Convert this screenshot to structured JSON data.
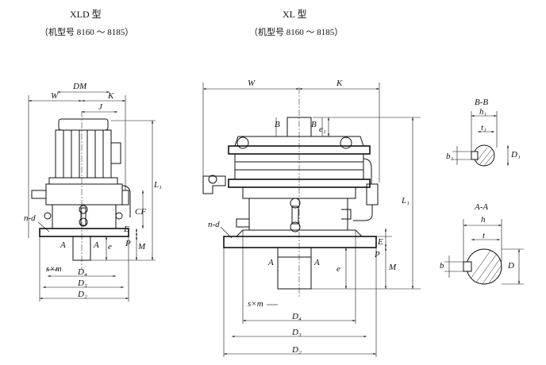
{
  "titles": {
    "left_model": "XLD 型",
    "left_range": "（机型号 8160 ～ 8185）",
    "right_model": "XL 型",
    "right_range": "（机型号 8160 ～ 8185）"
  },
  "left_view": {
    "labels": {
      "W": "W",
      "DM": "DM",
      "K": "K",
      "J": "J",
      "L1": "L₁",
      "CF": "CF",
      "E": "E",
      "P": "P",
      "M": "M",
      "n_d": "n-d",
      "A_left": "A",
      "A_right": "A",
      "e": "e",
      "s_m": "s×m",
      "D4": "D₄",
      "D3": "D₃",
      "D2": "D₂"
    }
  },
  "right_view": {
    "labels": {
      "W": "W",
      "K": "K",
      "B_left": "B",
      "B_right": "B",
      "e1": "e₁",
      "L1": "L₁",
      "n_d": "n-d",
      "E": "E",
      "P": "P",
      "M": "M",
      "A_left": "A",
      "A_right": "A",
      "e": "e",
      "s_m": "s×m",
      "D4": "D₄",
      "D3": "D₃",
      "D2": "D₂"
    }
  },
  "section_bb": {
    "title": "B-B",
    "h1": "h₁",
    "t1": "t₁",
    "b1": "b₁",
    "D1": "D₁"
  },
  "section_aa": {
    "title": "A-A",
    "h": "h",
    "t": "t",
    "b": "b",
    "D": "D"
  }
}
